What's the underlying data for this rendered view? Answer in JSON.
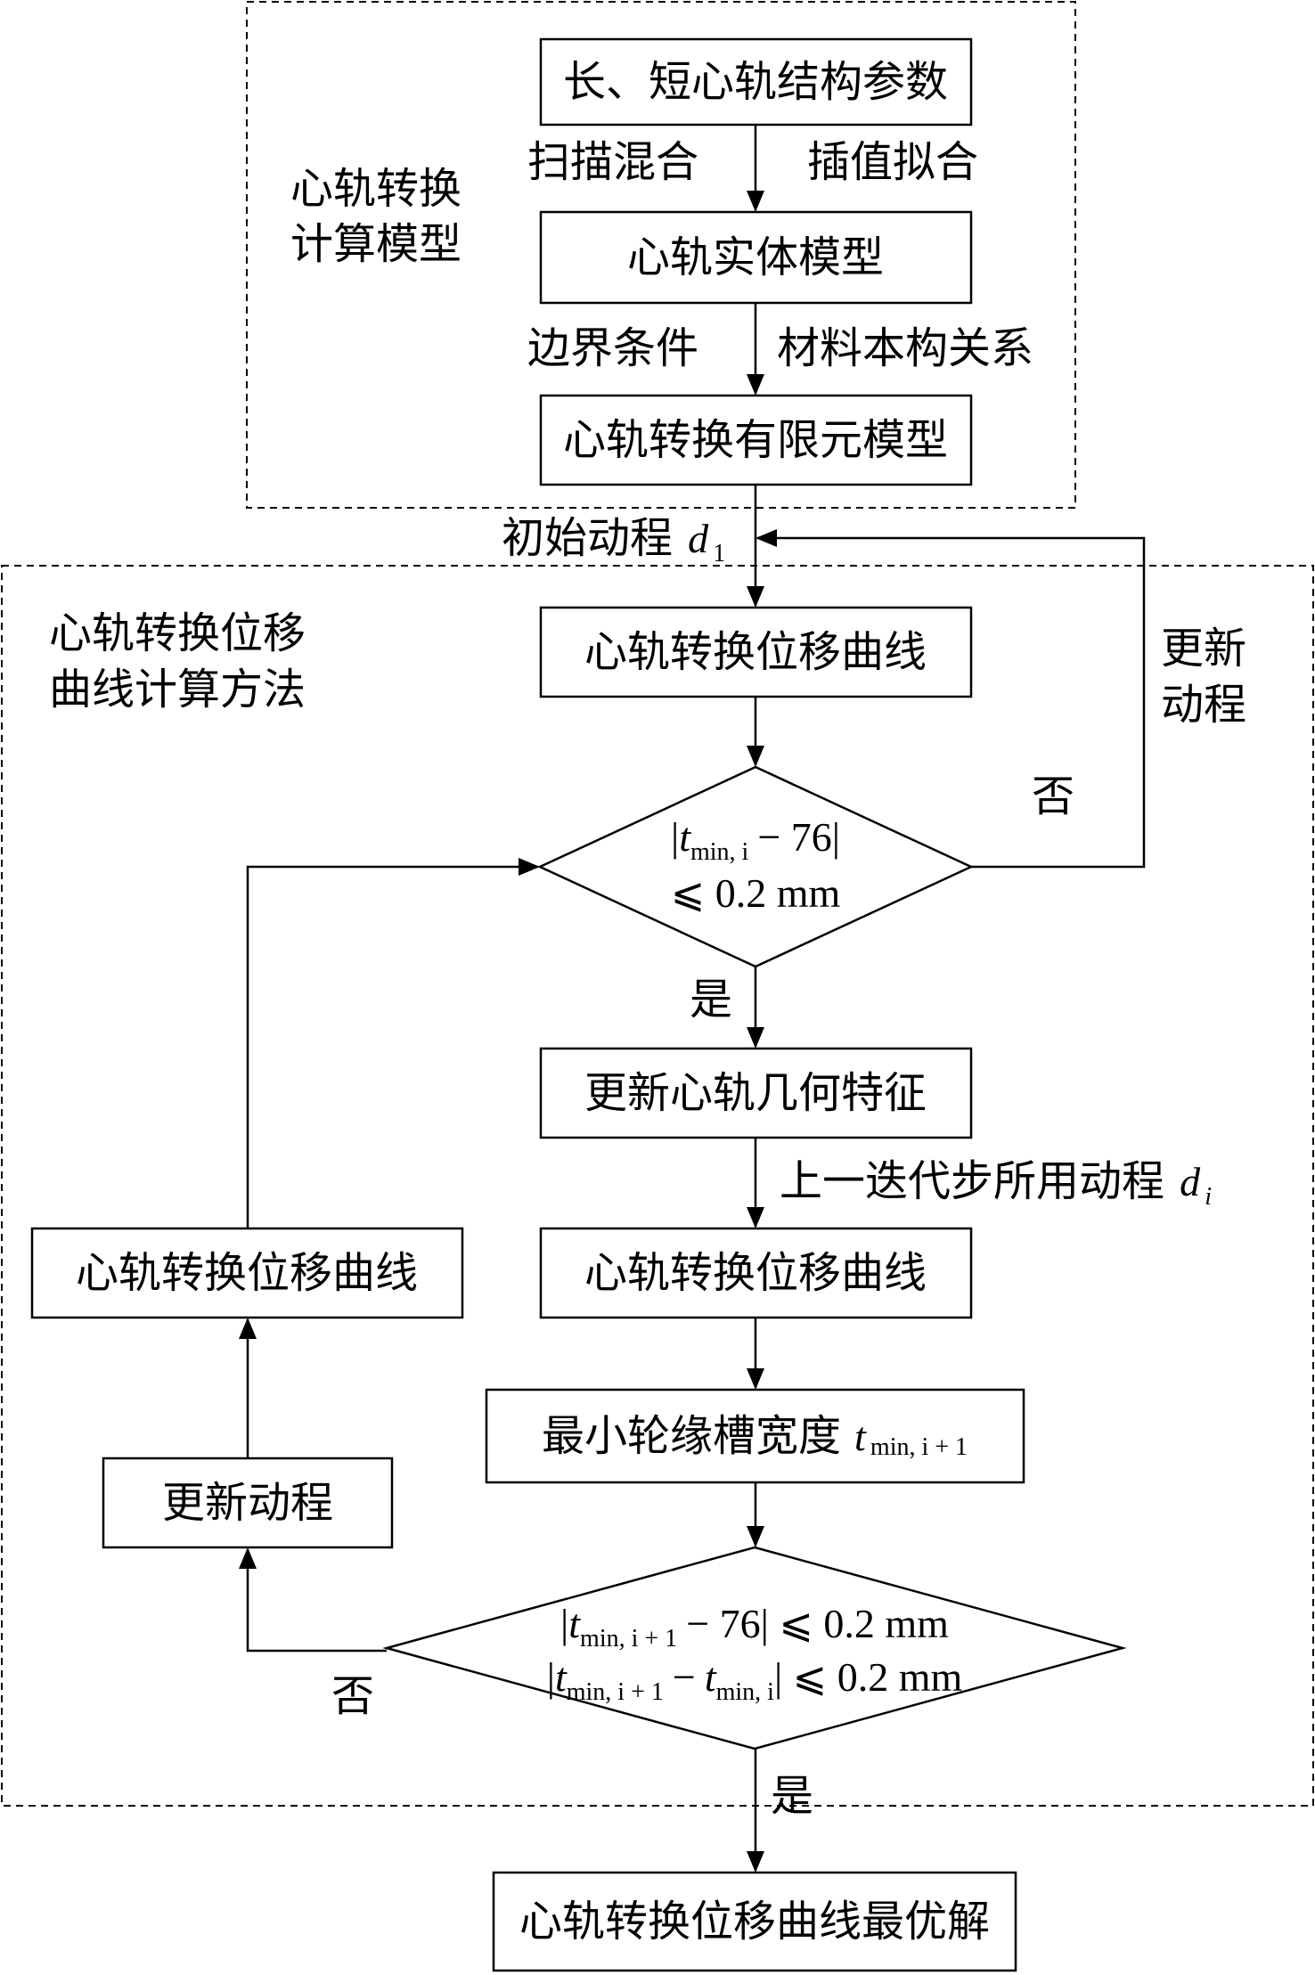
{
  "groups": {
    "model": {
      "label_line1": "心轨转换",
      "label_line2": "计算模型"
    },
    "method": {
      "label_line1": "心轨转换位移",
      "label_line2": "曲线计算方法"
    }
  },
  "nodes": {
    "params": "长、短心轨结构参数",
    "solid": "心轨实体模型",
    "fem": "心轨转换有限元模型",
    "curve1": "心轨转换位移曲线",
    "geometry": "更新心轨几何特征",
    "curve2": "心轨转换位移曲线",
    "width_prefix": "最小轮缘槽宽度",
    "curve_left": "心轨转换位移曲线",
    "update_left": "更新动程",
    "optimal": "心轨转换位移曲线最优解"
  },
  "conditions": {
    "d1": {
      "t": "t",
      "sub": "min, i",
      "rest1": "− 76|",
      "line2": "⩽ 0.2 mm"
    },
    "d2": {
      "line1_t": "t",
      "line1_sub": "min, i + 1",
      "line1_rest": "− 76| ⩽ 0.2 mm",
      "line2_t": "t",
      "line2_sub": "min, i + 1",
      "line2_mid": "−",
      "line2_t2": "t",
      "line2_sub2": "min, i",
      "line2_rest": "| ⩽ 0.2 mm"
    }
  },
  "width_var": {
    "t": "t",
    "sub": "min, i + 1"
  },
  "edge_labels": {
    "sweep": "扫描混合",
    "interp": "插值拟合",
    "boundary": "边界条件",
    "material": "材料本构关系",
    "initial_prefix": "初始动程",
    "initial_var": "d",
    "initial_sub": "1",
    "update_right_line1": "更新",
    "update_right_line2": "动程",
    "no1": "否",
    "yes1": "是",
    "prev_prefix": "上一迭代步所用动程",
    "prev_var": "d",
    "prev_sub": "i",
    "no2": "否",
    "yes2": "是"
  }
}
